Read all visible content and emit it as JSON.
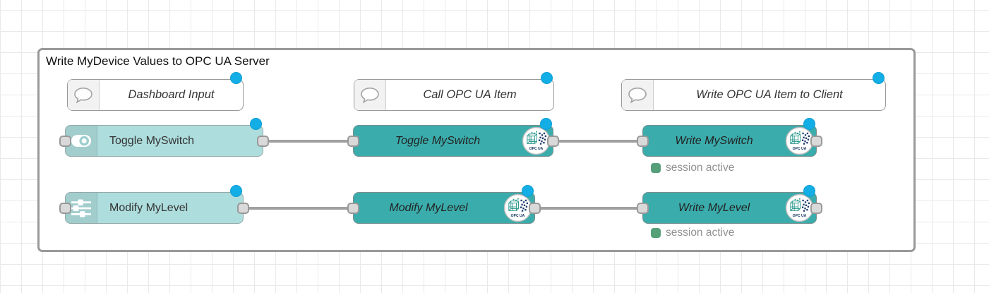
{
  "group": {
    "title": "Write MyDevice Values to OPC UA Server"
  },
  "comments": [
    {
      "label": "Dashboard Input"
    },
    {
      "label": "Call OPC UA Item"
    },
    {
      "label": "Write OPC UA Item to Client"
    }
  ],
  "nodes": {
    "toggle_ui": {
      "label": "Toggle MySwitch"
    },
    "level_ui": {
      "label": "Modify MyLevel"
    },
    "toggle_call": {
      "label": "Toggle MySwitch"
    },
    "level_call": {
      "label": "Modify MyLevel"
    },
    "write_switch": {
      "label": "Write MySwitch"
    },
    "write_level": {
      "label": "Write MyLevel"
    }
  },
  "statuses": [
    {
      "text": "session active"
    },
    {
      "text": "session active"
    }
  ],
  "badge": {
    "label": "OPC UA"
  },
  "colors": {
    "node_teal": "#3bacac",
    "node_light_teal": "#aedddd",
    "modified_blue": "#14aee6",
    "status_green": "#55a079",
    "wire_gray": "#a0a0a0",
    "group_border": "#999999",
    "grid_line": "#e9e9e9"
  }
}
